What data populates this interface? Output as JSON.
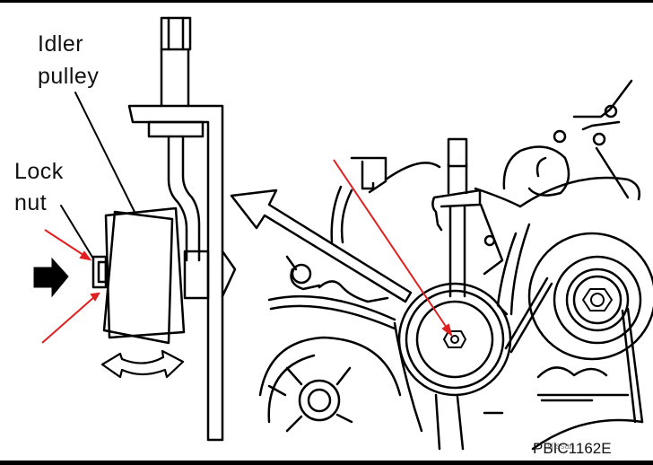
{
  "figure": {
    "labels": {
      "idler_pulley_line1": "Idler",
      "idler_pulley_line2": "pulley",
      "lock_nut_line1": "Lock",
      "lock_nut_line2": "nut"
    },
    "figure_code": "PBIC1162E",
    "watermark": "Nissan",
    "colors": {
      "line_art": "#000000",
      "callout_arrow": "#e02020",
      "background": "#ffffff"
    },
    "callouts": [
      {
        "name": "red-arrow-upper-to-lock-nut",
        "target": "lock nut"
      },
      {
        "name": "red-arrow-lower-to-lock-nut",
        "target": "lock nut"
      },
      {
        "name": "red-arrow-to-idler-pulley-nut",
        "target": "idler pulley nut on engine"
      }
    ],
    "symbols": {
      "push_arrow": "black-right-arrow",
      "rotate_arrow": "curved-double-arrow",
      "detail_arrow": "outlined-arrow-pointing-to-detail"
    }
  }
}
